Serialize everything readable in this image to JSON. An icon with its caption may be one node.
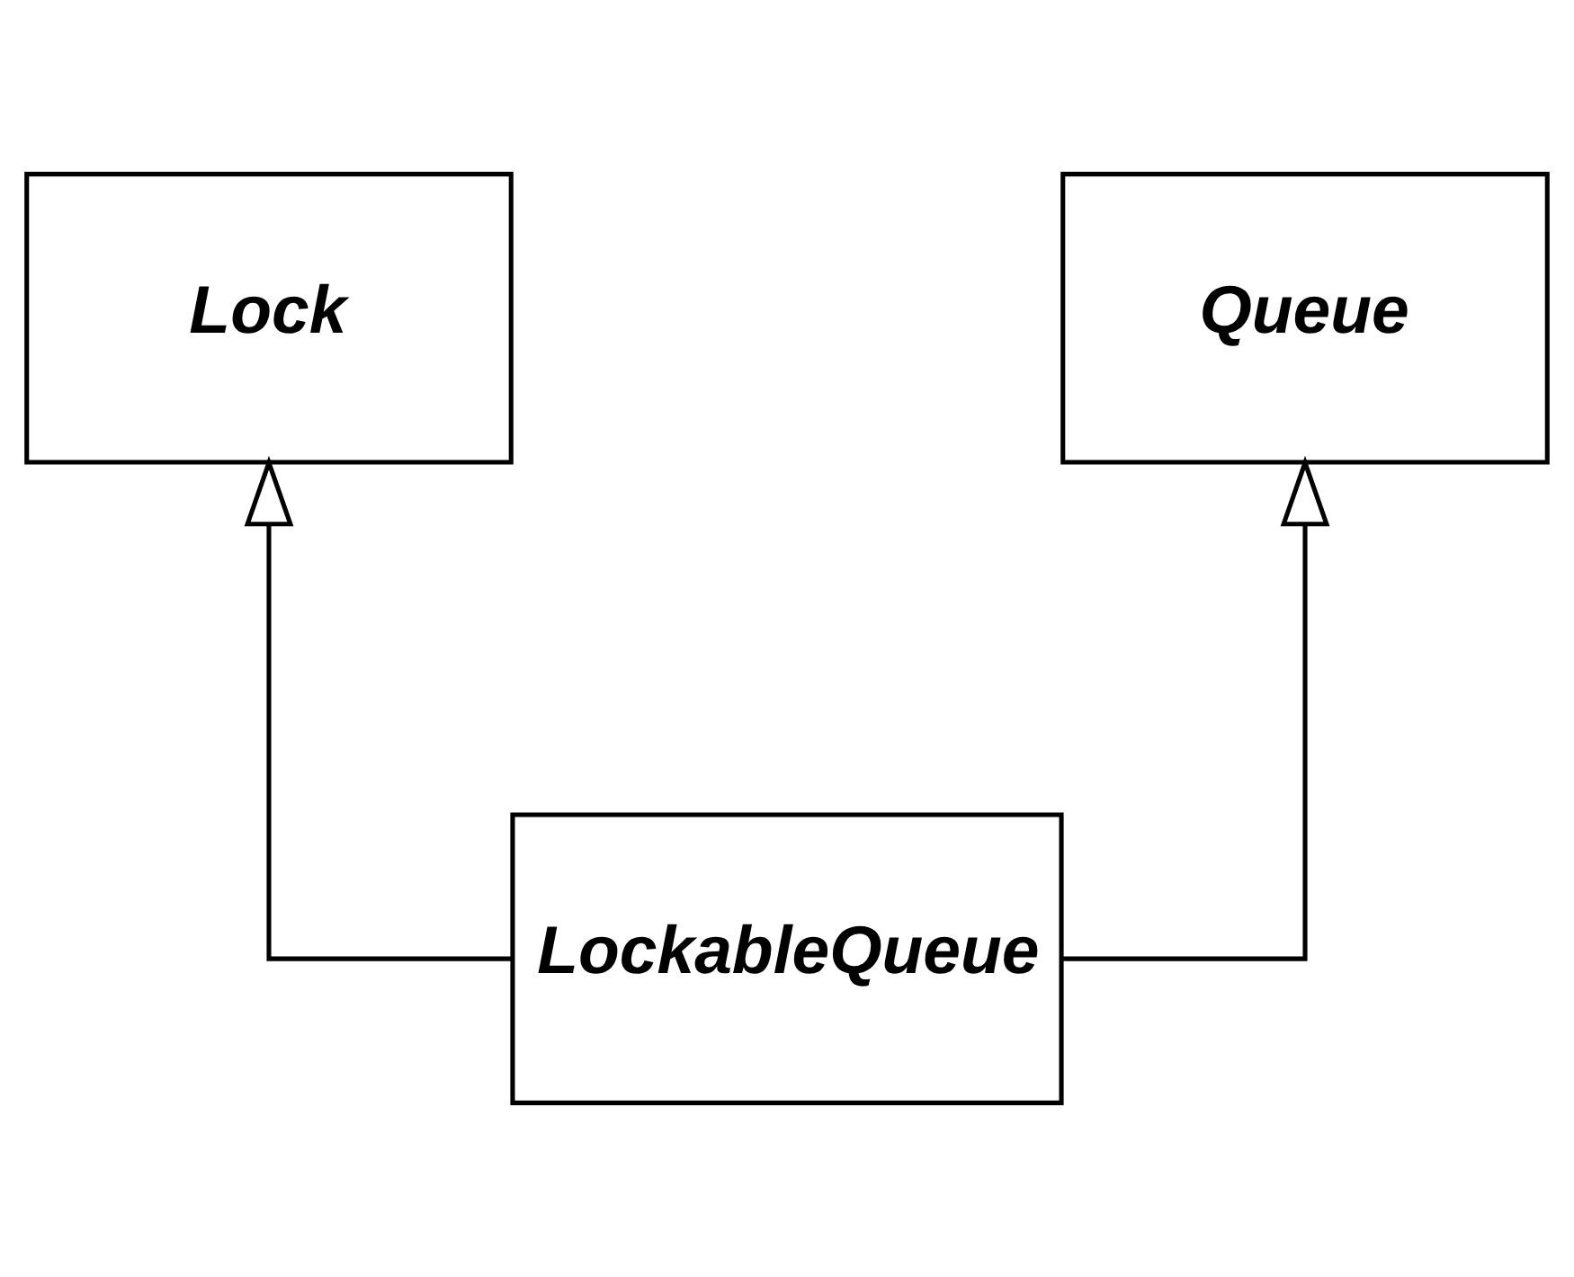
{
  "diagram": {
    "nodes": [
      {
        "text": [
          "Lock"
        ]
      },
      {
        "text": [
          "Queue"
        ]
      },
      {
        "text": [
          "LockableQueue"
        ]
      }
    ],
    "edges": [
      {
        "from": 2,
        "to": 0,
        "arrow": "to"
      },
      {
        "from": 2,
        "to": 1,
        "arrow": "to"
      }
    ]
  }
}
